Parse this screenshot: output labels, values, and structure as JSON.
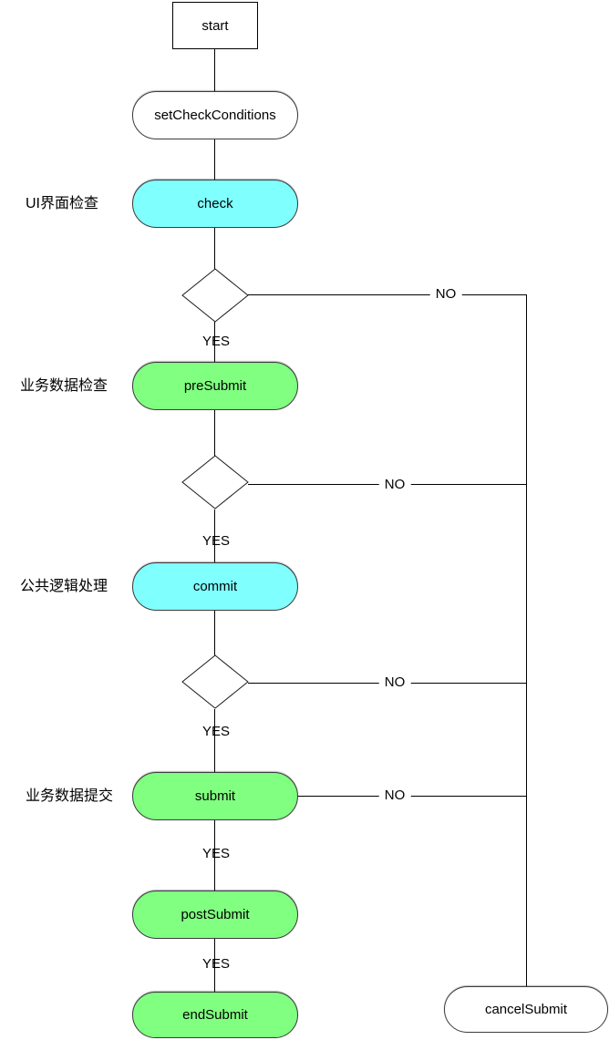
{
  "diagram": {
    "nodes": {
      "start": "start",
      "set_check_conditions": "setCheckConditions",
      "check": "check",
      "pre_submit": "preSubmit",
      "commit": "commit",
      "submit": "submit",
      "post_submit": "postSubmit",
      "end_submit": "endSubmit",
      "cancel_submit": "cancelSubmit"
    },
    "side_labels": {
      "check": "UI界面检查",
      "pre_submit": "业务数据检查",
      "commit": "公共逻辑处理",
      "submit": "业务数据提交"
    },
    "edge_labels": {
      "yes": "YES",
      "no": "NO"
    },
    "colors": {
      "ui_step_fill": "#80ffff",
      "business_step_fill": "#80ff80",
      "neutral_fill": "#ffffff",
      "line_stroke": "#000000"
    }
  }
}
